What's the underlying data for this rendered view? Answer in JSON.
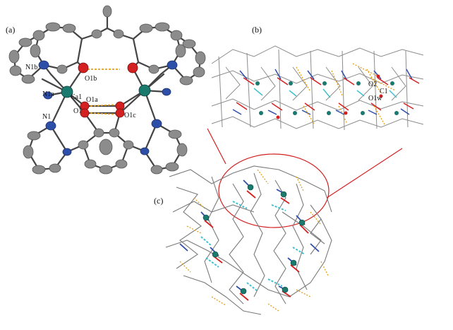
{
  "panels": {
    "a": "(a)",
    "b": "(b)",
    "c": "(c)"
  },
  "atoms_a": {
    "N1b": "N1b",
    "O1b": "O1b",
    "N1a": "N1a",
    "Ca1": "Ca1",
    "O1a": "O1a",
    "N1": "N1",
    "O1": "O1",
    "O1c": "O1c"
  },
  "atoms_b": {
    "O2": "O2",
    "C1": "C1",
    "O1w": "O1w"
  },
  "colors": {
    "carbon": "#8c8c8c",
    "oxygen": "#d42020",
    "nitrogen": "#2e4fa8",
    "calcium": "#1b7a6e",
    "hbond": "#e0a020",
    "solvent": "#40c0d0",
    "callout": "#d42020"
  }
}
